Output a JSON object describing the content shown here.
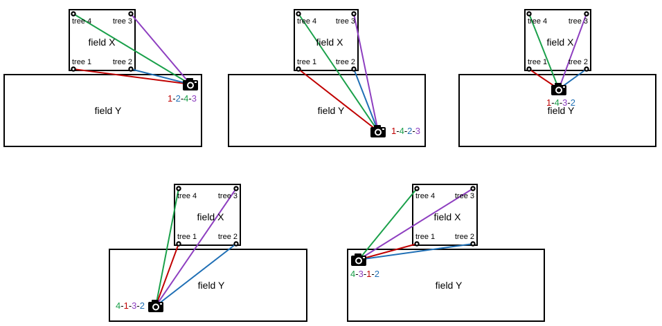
{
  "labels": {
    "field_x": "field X",
    "field_y": "field Y",
    "trees": [
      "tree 1",
      "tree 2",
      "tree 3",
      "tree 4"
    ],
    "dash": "-"
  },
  "icons": {
    "camera": "camera-icon"
  },
  "colors": {
    "1": "#c00000",
    "2": "#1f6fb5",
    "3": "#8e3fc0",
    "4": "#1aa04a",
    "outline": "#000000"
  },
  "scenarios": [
    {
      "order": [
        "1",
        "2",
        "4",
        "3"
      ]
    },
    {
      "order": [
        "1",
        "4",
        "2",
        "3"
      ]
    },
    {
      "order": [
        "1",
        "4",
        "3",
        "2"
      ]
    },
    {
      "order": [
        "4",
        "1",
        "3",
        "2"
      ]
    },
    {
      "order": [
        "4",
        "3",
        "1",
        "2"
      ]
    }
  ]
}
